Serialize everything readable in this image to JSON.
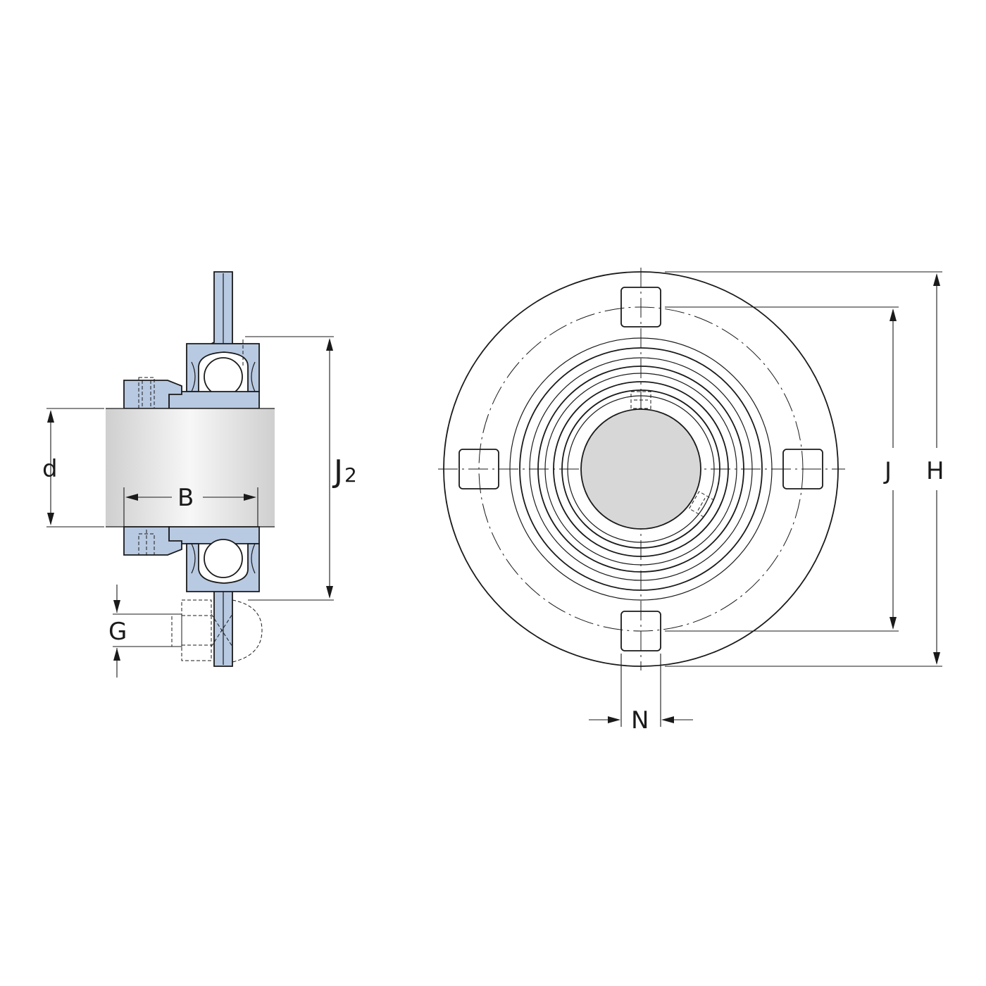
{
  "colors": {
    "housing_fill": "#b8c9e2",
    "shaft_fill": "#d7d7d7",
    "line": "#1a1a1a",
    "background": "#ffffff"
  },
  "labels": {
    "d": "d",
    "B": "B",
    "J2_main": "J",
    "J2_sub": "2",
    "G": "G",
    "J": "J",
    "H": "H",
    "N": "N"
  }
}
